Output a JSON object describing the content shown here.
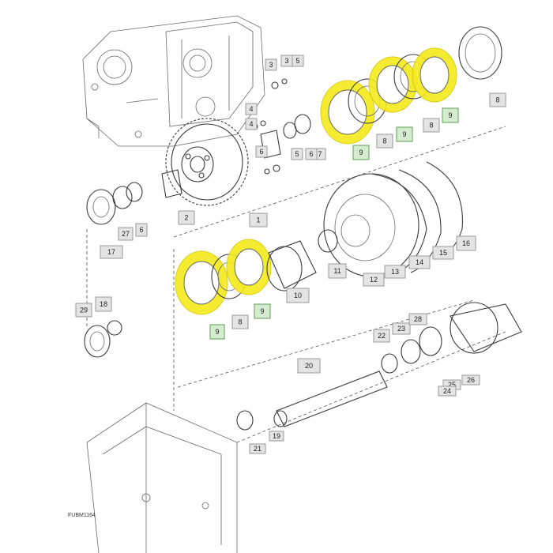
{
  "figure_id": "FUBM1164",
  "colors": {
    "highlight": "#f4ea1c",
    "label_fill": "#e4e4e4",
    "label_stroke": "#9a9a9a",
    "label_green_fill": "#d6ecd1",
    "label_green_stroke": "#5c9f53"
  },
  "callouts": [
    {
      "text": "1"
    },
    {
      "text": "2"
    },
    {
      "text": "3"
    },
    {
      "text": "4"
    },
    {
      "text": "5"
    },
    {
      "text": "6"
    },
    {
      "text": "7"
    },
    {
      "text": "3"
    },
    {
      "text": "4"
    },
    {
      "text": "5"
    },
    {
      "text": "6"
    },
    {
      "text": "8"
    },
    {
      "text": "8"
    },
    {
      "text": "8"
    },
    {
      "text": "9",
      "highlight": true
    },
    {
      "text": "9",
      "highlight": true
    },
    {
      "text": "9",
      "highlight": true
    },
    {
      "text": "17"
    },
    {
      "text": "27"
    },
    {
      "text": "6"
    },
    {
      "text": "16"
    },
    {
      "text": "15"
    },
    {
      "text": "14"
    },
    {
      "text": "13"
    },
    {
      "text": "12"
    },
    {
      "text": "11"
    },
    {
      "text": "10"
    },
    {
      "text": "8"
    },
    {
      "text": "9",
      "highlight": true
    },
    {
      "text": "9",
      "highlight": true
    },
    {
      "text": "29"
    },
    {
      "text": "18"
    },
    {
      "text": "22"
    },
    {
      "text": "23"
    },
    {
      "text": "28"
    },
    {
      "text": "26"
    },
    {
      "text": "25"
    },
    {
      "text": "24"
    },
    {
      "text": "20"
    },
    {
      "text": "19"
    },
    {
      "text": "21"
    }
  ]
}
